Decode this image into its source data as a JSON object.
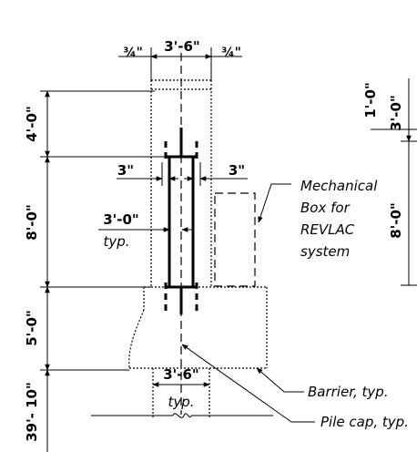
{
  "dimensions": {
    "top_width": "3'-6\"",
    "top_left_offset": "¾\"",
    "top_right_offset": "¾\"",
    "seg_top": "4'-0\"",
    "seg_mid": "8'-0\"",
    "seg_bottom": "5'-0\"",
    "seg_footing": "39'- 10\"",
    "column_left": "3\"",
    "column_right": "3\"",
    "typ_dim": "3'-0\"",
    "bottom_width": "3'-6\"",
    "right_1": "1'-0\"",
    "right_2": "3'-0\"",
    "right_3": "8'-0\""
  },
  "notes": {
    "typ_1": "typ.",
    "typ_2": "typ.",
    "mech_box": [
      "Mechanical",
      "Box for",
      "REVLAC",
      "system"
    ],
    "barrier": "Barrier, typ.",
    "pile_cap": "Pile cap, typ."
  }
}
